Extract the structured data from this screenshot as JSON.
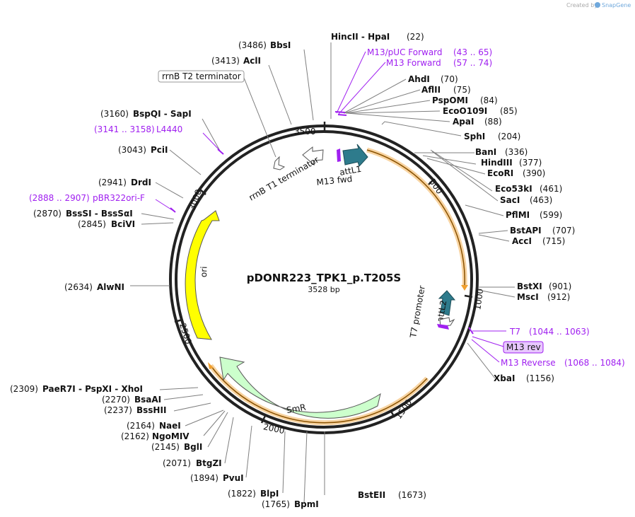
{
  "credit": {
    "prefix": "Created by",
    "brand": "SnapGene"
  },
  "plasmid": {
    "name": "pDONR223_TPK1_p.T205S",
    "size": "3528 bp"
  },
  "sites": [
    {
      "pos": "(22)",
      "name": "HincII  -  HpaI"
    },
    {
      "pos": "(3486)",
      "name": "BbsI"
    },
    {
      "pos": "(3413)",
      "name": "AclI"
    },
    {
      "pos": "(70)",
      "name": "AhdI"
    },
    {
      "pos": "(75)",
      "name": "AflII"
    },
    {
      "pos": "(84)",
      "name": "PspOMI"
    },
    {
      "pos": "(85)",
      "name": "EcoO109I"
    },
    {
      "pos": "(88)",
      "name": "ApaI"
    },
    {
      "pos": "(204)",
      "name": "SphI"
    },
    {
      "pos": "(336)",
      "name": "BanI"
    },
    {
      "pos": "(377)",
      "name": "HindIII"
    },
    {
      "pos": "(390)",
      "name": "EcoRI"
    },
    {
      "pos": "(461)",
      "name": "Eco53kI"
    },
    {
      "pos": "(463)",
      "name": "SacI"
    },
    {
      "pos": "(599)",
      "name": "PflMI"
    },
    {
      "pos": "(707)",
      "name": "BstAPI"
    },
    {
      "pos": "(715)",
      "name": "AccI"
    },
    {
      "pos": "(901)",
      "name": "BstXI"
    },
    {
      "pos": "(912)",
      "name": "MscI"
    },
    {
      "pos": "(1156)",
      "name": "XbaI"
    },
    {
      "pos": "(1673)",
      "name": "BstEII"
    },
    {
      "pos": "(1765)",
      "name": "BpmI"
    },
    {
      "pos": "(1822)",
      "name": "BlpI"
    },
    {
      "pos": "(1894)",
      "name": "PvuI"
    },
    {
      "pos": "(2071)",
      "name": "BtgZI"
    },
    {
      "pos": "(2145)",
      "name": "BglI"
    },
    {
      "pos": "(2162)",
      "name": "NgoMIV"
    },
    {
      "pos": "(2164)",
      "name": "NaeI"
    },
    {
      "pos": "(2237)",
      "name": "BssHII"
    },
    {
      "pos": "(2270)",
      "name": "BsaAI"
    },
    {
      "pos": "(2309)",
      "name": "PaeR7I  -  PspXI  -  XhoI"
    },
    {
      "pos": "(2634)",
      "name": "AlwNI"
    },
    {
      "pos": "(2845)",
      "name": "BciVI"
    },
    {
      "pos": "(2870)",
      "name": "BssSI  -  BssSαI"
    },
    {
      "pos": "(2941)",
      "name": "DrdI"
    },
    {
      "pos": "(3043)",
      "name": "PciI"
    },
    {
      "pos": "(3160)",
      "name": "BspQI  -  SapI"
    }
  ],
  "primers": [
    {
      "name": "M13/pUC Forward",
      "range": "(43 .. 65)"
    },
    {
      "name": "M13 Forward",
      "range": "(57 .. 74)"
    },
    {
      "name": "L4440",
      "range": "(3141 .. 3158)"
    },
    {
      "name": "pBR322ori-F",
      "range": "(2888 .. 2907)"
    },
    {
      "name": "T7",
      "range": "(1044 .. 1063)"
    },
    {
      "name": "M13 rev",
      "range": ""
    },
    {
      "name": "M13 Reverse",
      "range": "(1068 .. 1084)"
    }
  ],
  "features": {
    "rrnb_t2": "rrnB T2 terminator",
    "rrnb_t1": "rrnB T1 terminator",
    "attl1": "attL1",
    "m13fwd": "M13 fwd",
    "attl2": "attL2",
    "t7prom": "T7 promoter",
    "ori": "ori",
    "smr": "SmR"
  },
  "ticks": [
    "500",
    "1000",
    "1500",
    "2000",
    "2500",
    "3000",
    "3500"
  ],
  "colors": {
    "primer": "#a020f0",
    "attL": "#2e7b8c",
    "ori": "#ffff00",
    "smr": "#ccffcc",
    "orf": "#f0a030"
  }
}
